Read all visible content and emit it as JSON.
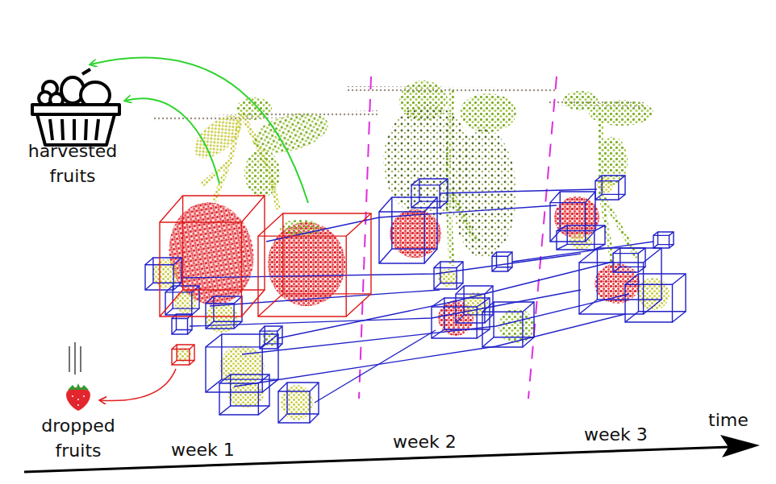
{
  "diagram": {
    "labels": [
      "harvested fruits",
      "dropped fruits",
      "week 1",
      "week 2",
      "week 3",
      "time"
    ]
  }
}
